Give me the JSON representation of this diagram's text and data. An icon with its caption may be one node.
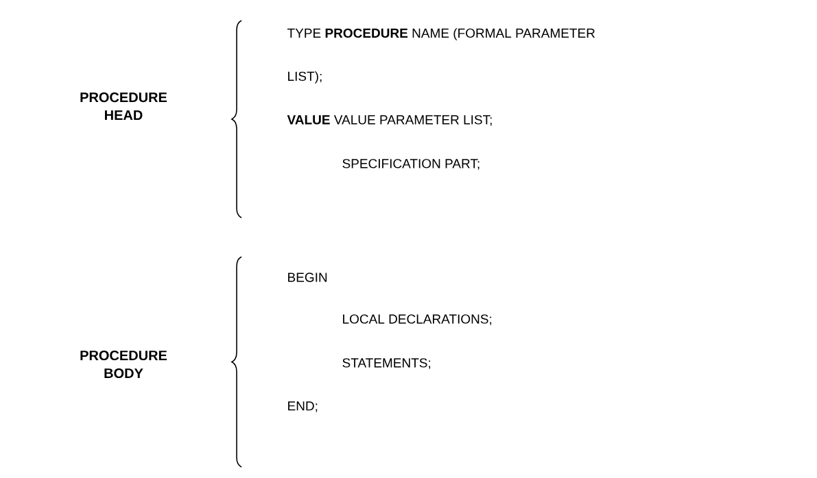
{
  "diagram": {
    "labels": [
      "PROCEDURE HEAD",
      "TYPE **PROCEDURE** NAME (FORMAL PARAMETER",
      "LIST);",
      "**VALUE** VALUE PARAMETER LIST;",
      "SPECIFICATION PART;",
      "PROCEDURE BODY",
      "BEGIN",
      "LOCAL DECLARATIONS;",
      "STATEMENTS;",
      "END;"
    ]
  }
}
